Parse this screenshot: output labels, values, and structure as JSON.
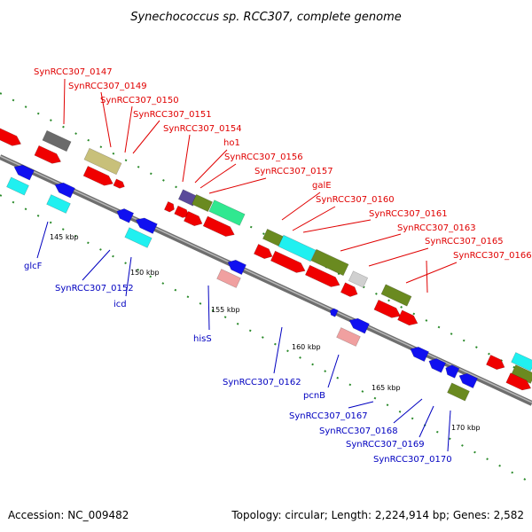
{
  "title": "Synechococcus sp. RCC307, complete genome",
  "footer": {
    "accession": "Accession: NC_009482",
    "topology": "Topology: circular; Length: 2,224,914 bp; Genes: 2,582"
  },
  "colors": {
    "top_label": "#e00000",
    "bottom_label": "#0000c0",
    "backbone": "#808080",
    "tick": "#2a8a2a"
  },
  "kbp_marks": [
    "145 kbp",
    "150 kbp",
    "155 kbp",
    "160 kbp",
    "165 kbp",
    "170 kbp"
  ],
  "top_genes": [
    "SynRCC307_0147",
    "SynRCC307_0149",
    "SynRCC307_0150",
    "SynRCC307_0151",
    "SynRCC307_0154",
    "ho1",
    "SynRCC307_0156",
    "SynRCC307_0157",
    "galE",
    "SynRCC307_0160",
    "SynRCC307_0161",
    "SynRCC307_0163",
    "SynRCC307_0165",
    "SynRCC307_0166"
  ],
  "bottom_genes": [
    "glcF",
    "SynRCC307_0152",
    "icd",
    "hisS",
    "SynRCC307_0162",
    "pcnB",
    "SynRCC307_0167",
    "SynRCC307_0168",
    "SynRCC307_0169",
    "SynRCC307_0170"
  ]
}
